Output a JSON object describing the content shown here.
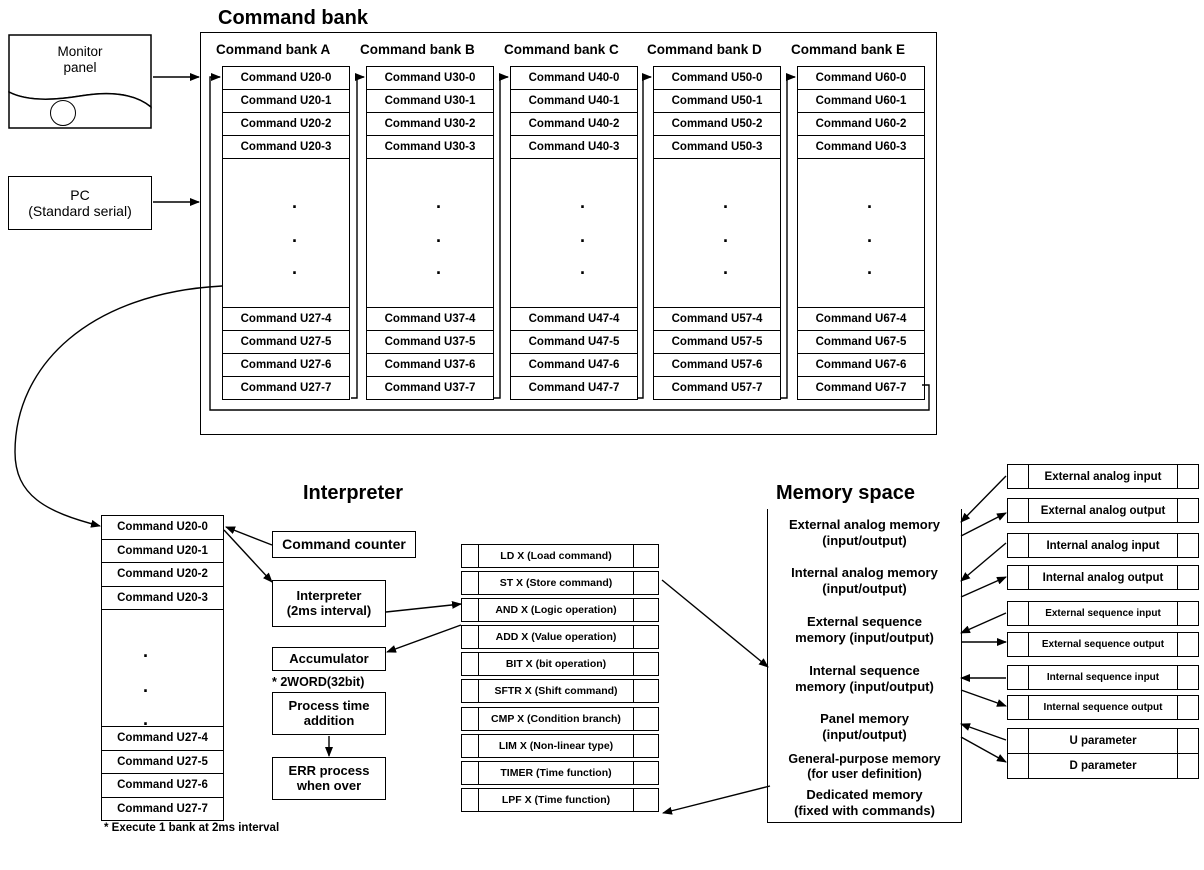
{
  "command_bank": {
    "title": "Command bank",
    "banks": [
      {
        "label": "Command bank A",
        "top": [
          "Command U20-0",
          "Command U20-1",
          "Command U20-2",
          "Command U20-3"
        ],
        "bottom": [
          "Command U27-4",
          "Command U27-5",
          "Command U27-6",
          "Command U27-7"
        ]
      },
      {
        "label": "Command bank B",
        "top": [
          "Command U30-0",
          "Command U30-1",
          "Command U30-2",
          "Command U30-3"
        ],
        "bottom": [
          "Command U37-4",
          "Command U37-5",
          "Command U37-6",
          "Command U37-7"
        ]
      },
      {
        "label": "Command bank C",
        "top": [
          "Command U40-0",
          "Command U40-1",
          "Command U40-2",
          "Command U40-3"
        ],
        "bottom": [
          "Command U47-4",
          "Command U47-5",
          "Command U47-6",
          "Command U47-7"
        ]
      },
      {
        "label": "Command bank D",
        "top": [
          "Command U50-0",
          "Command U50-1",
          "Command U50-2",
          "Command U50-3"
        ],
        "bottom": [
          "Command U57-4",
          "Command U57-5",
          "Command U57-6",
          "Command U57-7"
        ]
      },
      {
        "label": "Command bank E",
        "top": [
          "Command U60-0",
          "Command U60-1",
          "Command U60-2",
          "Command U60-3"
        ],
        "bottom": [
          "Command U67-4",
          "Command U67-5",
          "Command U67-6",
          "Command U67-7"
        ]
      }
    ],
    "dots": ".",
    "sources": {
      "monitor_panel": "Monitor\npanel",
      "pc": "PC\n(Standard serial)"
    }
  },
  "detail_bank": {
    "top": [
      "Command U20-0",
      "Command U20-1",
      "Command U20-2",
      "Command U20-3"
    ],
    "bottom": [
      "Command U27-4",
      "Command U27-5",
      "Command U27-6",
      "Command U27-7"
    ],
    "note": "* Execute 1 bank at 2ms interval"
  },
  "interpreter": {
    "title": "Interpreter",
    "command_counter": "Command counter",
    "interpreter_box": "Interpreter\n(2ms interval)",
    "accumulator": "Accumulator",
    "accumulator_note": "* 2WORD(32bit)",
    "process_time": "Process time\naddition",
    "err_process": "ERR process\nwhen over"
  },
  "instructions": [
    "LD X (Load command)",
    "ST X (Store command)",
    "AND X (Logic operation)",
    "ADD X (Value operation)",
    "BIT X (bit operation)",
    "SFTR X (Shift command)",
    "CMP X (Condition branch)",
    "LIM X (Non-linear type)",
    "TIMER (Time function)",
    "LPF X (Time function)"
  ],
  "memory_space": {
    "title": "Memory space",
    "regions": [
      "External analog memory\n(input/output)",
      "Internal analog memory\n(input/output)",
      "External sequence\nmemory (input/output)",
      "Internal sequence\nmemory (input/output)",
      "Panel memory\n(input/output)",
      "General-purpose memory\n(for user definition)",
      "Dedicated memory\n(fixed with commands)"
    ]
  },
  "io_signals": [
    "External analog input",
    "External analog output",
    "Internal analog input",
    "Internal analog output",
    "External sequence input",
    "External sequence output",
    "Internal sequence input",
    "Internal sequence output",
    "U parameter",
    "D parameter"
  ]
}
